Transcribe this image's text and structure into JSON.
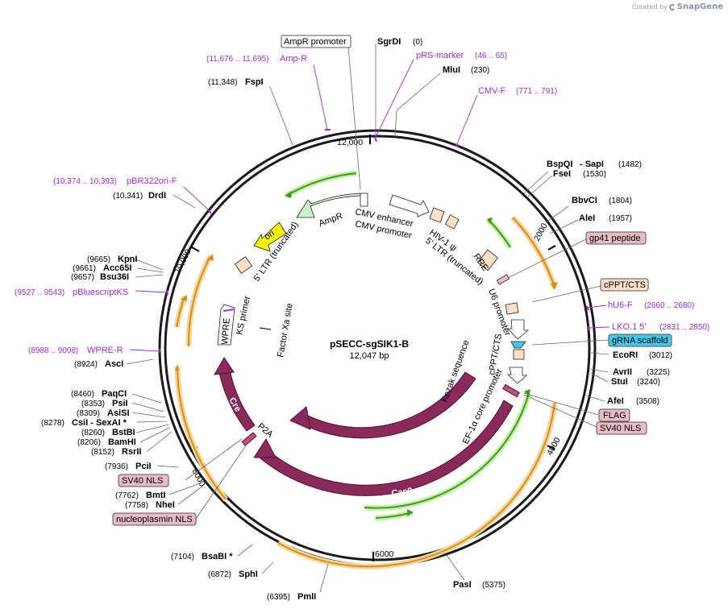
{
  "credit": {
    "prefix": "Created by",
    "brand": "SnapGene"
  },
  "plasmid": {
    "name": "pSECC-sgSIK1-B",
    "length_label": "12,047 bp"
  },
  "ticks": [
    "12,000",
    "2000",
    "4000",
    "6000",
    "8000",
    "10,000"
  ],
  "sites": [
    {
      "name": "SgrDI",
      "pos": "(0)"
    },
    {
      "name": "MluI",
      "pos": "(230)"
    },
    {
      "name": "FspI",
      "pos": "(11,348)"
    },
    {
      "name": "BspQI",
      "pos": ""
    },
    {
      "name": "- SapI",
      "pos": "(1482)"
    },
    {
      "name": "FseI",
      "pos": "(1530)"
    },
    {
      "name": "BbvCI",
      "pos": "(1804)"
    },
    {
      "name": "AleI",
      "pos": "(1957)"
    },
    {
      "name": "DrdI",
      "pos": "(10,341)"
    },
    {
      "name": "KpnI",
      "pos": "(9665)"
    },
    {
      "name": "Acc65I",
      "pos": "(9661)"
    },
    {
      "name": "Bsu36I",
      "pos": "(9657)"
    },
    {
      "name": "EcoRI",
      "pos": "(3012)"
    },
    {
      "name": "AvrII",
      "pos": "(3225)"
    },
    {
      "name": "StuI",
      "pos": "(3240)"
    },
    {
      "name": "AscI",
      "pos": "(8924)"
    },
    {
      "name": "AfeI",
      "pos": "(3508)"
    },
    {
      "name": "PaqCI",
      "pos": "(8460)"
    },
    {
      "name": "PsiI",
      "pos": "(8353)"
    },
    {
      "name": "AsiSI",
      "pos": "(8309)"
    },
    {
      "name": "CsiI  - SexAI *",
      "pos": "(8278)"
    },
    {
      "name": "BstBI",
      "pos": "(8260)"
    },
    {
      "name": "BamHI",
      "pos": "(8206)"
    },
    {
      "name": "RsrII",
      "pos": "(8152)"
    },
    {
      "name": "PciI",
      "pos": "(7936)"
    },
    {
      "name": "BmtI",
      "pos": "(7762)"
    },
    {
      "name": "NheI",
      "pos": "(7758)"
    },
    {
      "name": "BsaBI *",
      "pos": "(7104)"
    },
    {
      "name": "SphI",
      "pos": "(6872)"
    },
    {
      "name": "PmlI",
      "pos": "(6395)"
    },
    {
      "name": "PasI",
      "pos": "(5375)"
    }
  ],
  "primers": [
    {
      "name": "Amp-R",
      "pos": "(11,676 .. 11,695)"
    },
    {
      "name": "pRS-marker",
      "pos": "(46 .. 65)"
    },
    {
      "name": "CMV-F",
      "pos": "(771 .. 791)"
    },
    {
      "name": "pBR322ori-F",
      "pos": "(10,374 .. 10,393)"
    },
    {
      "name": "pBluescriptKS",
      "pos": "(9527 .. 9543)"
    },
    {
      "name": "hU6-F",
      "pos": "(2660 .. 2680)"
    },
    {
      "name": "LKO.1 5'",
      "pos": "(2831 .. 2850)"
    },
    {
      "name": "WPRE-R",
      "pos": "(8988 .. 9008)"
    }
  ],
  "boxed_features": [
    {
      "name": "AmpR promoter",
      "color": "#ffffff"
    },
    {
      "name": "gp41 peptide",
      "color": "#e8bcc6"
    },
    {
      "name": "cPPT/CTS",
      "color": "#fde0c6"
    },
    {
      "name": "gRNA scaffold",
      "color": "#40c8e8"
    },
    {
      "name": "FLAG",
      "color": "#e8bcc6"
    },
    {
      "name": "SV40 NLS",
      "color": "#e8bcc6"
    },
    {
      "name": "SV40 NLS",
      "color": "#e8bcc6"
    },
    {
      "name": "nucleoplasmin NLS",
      "color": "#e8bcc6"
    }
  ],
  "inner_features": [
    "CMV enhancer",
    "CMV promoter",
    "AmpR",
    "ori",
    "HIV-1 ψ",
    "5' LTR (truncated)",
    "RRE",
    "5' LTR (truncated)",
    "U6 promoter",
    "cPPT/CTS",
    "EF-1α core promoter",
    "Kozak sequence",
    "Factor Xa site",
    "KS primer",
    "WPRE",
    "P2A",
    "Cre",
    "Cas9",
    "Cas9"
  ],
  "colors": {
    "backbone": "#1a1a1a",
    "orf": "#8b2a5a",
    "promoter": "#ffffff",
    "ampr": "#c8f5c8",
    "ori": "#f4f400",
    "misc": "#fde0c6",
    "gRNA": "#40c8e8",
    "highlight": "#f5d69a",
    "primer": "#9b30d9",
    "green_arrow": "#3c9a1c"
  }
}
